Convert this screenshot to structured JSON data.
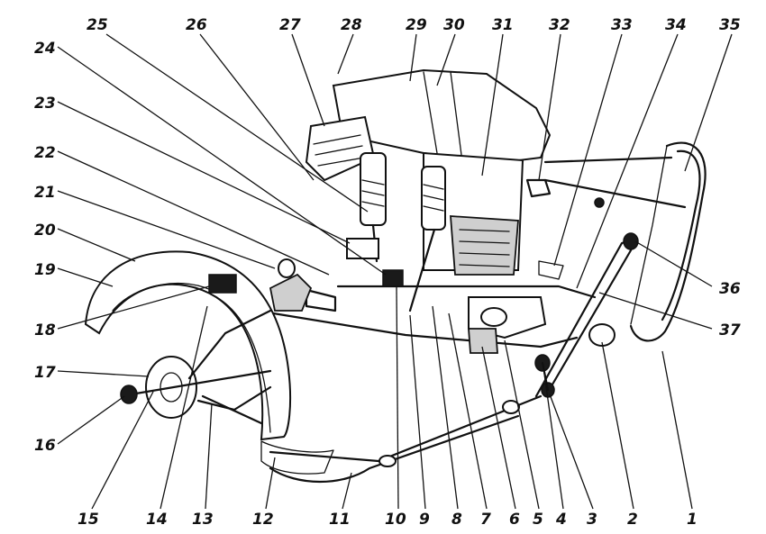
{
  "labels": [
    "1",
    "2",
    "3",
    "4",
    "5",
    "6",
    "7",
    "8",
    "9",
    "10",
    "11",
    "12",
    "13",
    "14",
    "15",
    "16",
    "17",
    "18",
    "19",
    "20",
    "21",
    "22",
    "23",
    "24",
    "25",
    "26",
    "27",
    "28",
    "29",
    "30",
    "31",
    "32",
    "33",
    "34",
    "35",
    "36",
    "37"
  ]
}
